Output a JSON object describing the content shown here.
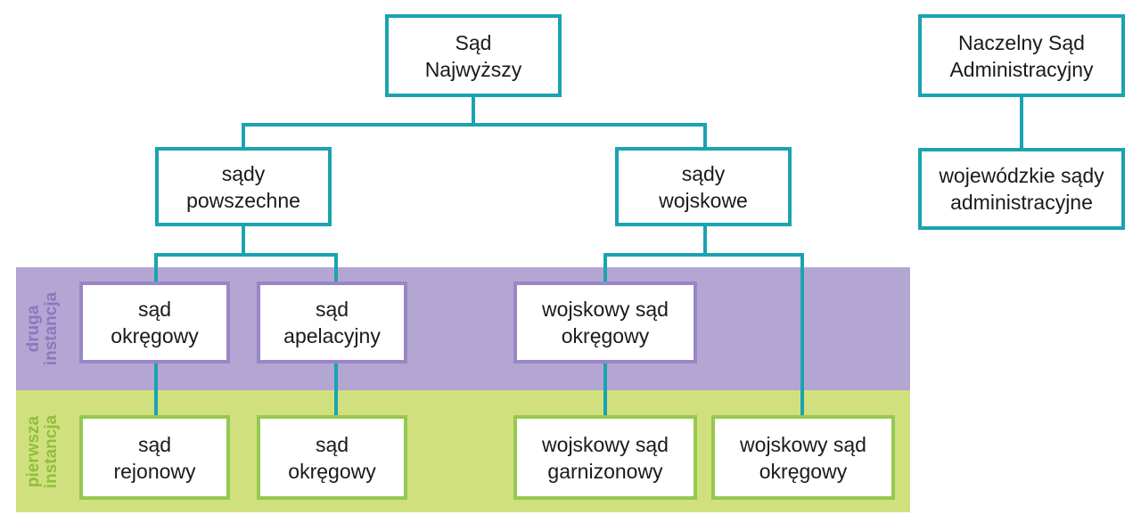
{
  "bands": {
    "second_instance": "druga\ninstancja",
    "first_instance": "pierwsza\ninstancja"
  },
  "nodes": {
    "supreme_court": "Sąd\nNajwyższy",
    "supreme_admin_court": "Naczelny Sąd\nAdministracyjny",
    "voivodeship_admin_courts": "wojewódzkie sądy\nadministracyjne",
    "common_courts": "sądy\npowszechne",
    "military_courts": "sądy\nwojskowe",
    "regional_court_second": "sąd\nokręgowy",
    "appeal_court": "sąd\napelacyjny",
    "military_regional_court_second": "wojskowy sąd\nokręgowy",
    "district_court": "sąd\nrejonowy",
    "regional_court_first": "sąd\nokręgowy",
    "garrison_court": "wojskowy sąd\ngarnizonowy",
    "military_regional_court_first": "wojskowy sąd\nokręgowy"
  },
  "colors": {
    "connector": "#1aa3b0",
    "second_instance_band": "#b3a6d3",
    "first_instance_band": "#d1e07e"
  }
}
